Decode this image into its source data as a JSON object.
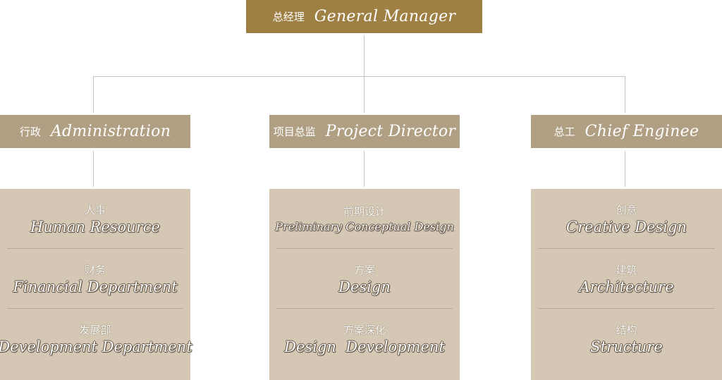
{
  "top": {
    "cn": "总经理",
    "en": "General Manager"
  },
  "departments": [
    {
      "cn": "行政",
      "en": "Administration",
      "units": [
        {
          "cn": "人事",
          "en": "Human Resource"
        },
        {
          "cn": "财务",
          "en": "Financial Department"
        },
        {
          "cn": "发展部",
          "en": "Development Department"
        }
      ]
    },
    {
      "cn": "项目总监",
      "en": "Project Director",
      "units": [
        {
          "cn": "前期设计",
          "en": "Preliminary Conceptual Design"
        },
        {
          "cn": "方案",
          "en": "Design"
        },
        {
          "cn": "方案深化",
          "en": "Design  Development"
        }
      ]
    },
    {
      "cn": "总工",
      "en": "Chief Enginee",
      "units": [
        {
          "cn": "创意",
          "en": "Creative Design"
        },
        {
          "cn": "建筑",
          "en": "Architecture"
        },
        {
          "cn": "结构",
          "en": "Structure"
        }
      ]
    }
  ],
  "colors": {
    "top": "#9e8044",
    "mid": "#b09f82",
    "bottom": "#d4c8b5",
    "line": "#c4c4c4"
  }
}
